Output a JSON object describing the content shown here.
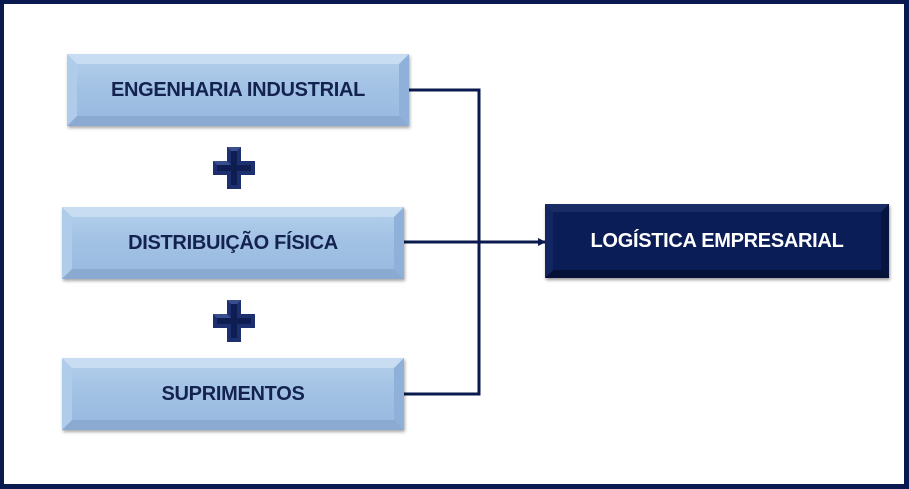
{
  "diagram": {
    "inputs": [
      {
        "label": "ENGENHARIA INDUSTRIAL"
      },
      {
        "label": "DISTRIBUIÇÃO FÍSICA"
      },
      {
        "label": "SUPRIMENTOS"
      }
    ],
    "operators": [
      {
        "icon": "plus-icon",
        "symbol": "+"
      },
      {
        "icon": "plus-icon",
        "symbol": "+"
      }
    ],
    "output": {
      "label": "LOGÍSTICA EMPRESARIAL"
    },
    "colors": {
      "frame": "#0b1a4e",
      "input_box": "#a1c1e4",
      "input_text": "#14224f",
      "output_box": "#0b1d57",
      "output_text": "#ffffff",
      "connector": "#0b1a4e"
    }
  }
}
